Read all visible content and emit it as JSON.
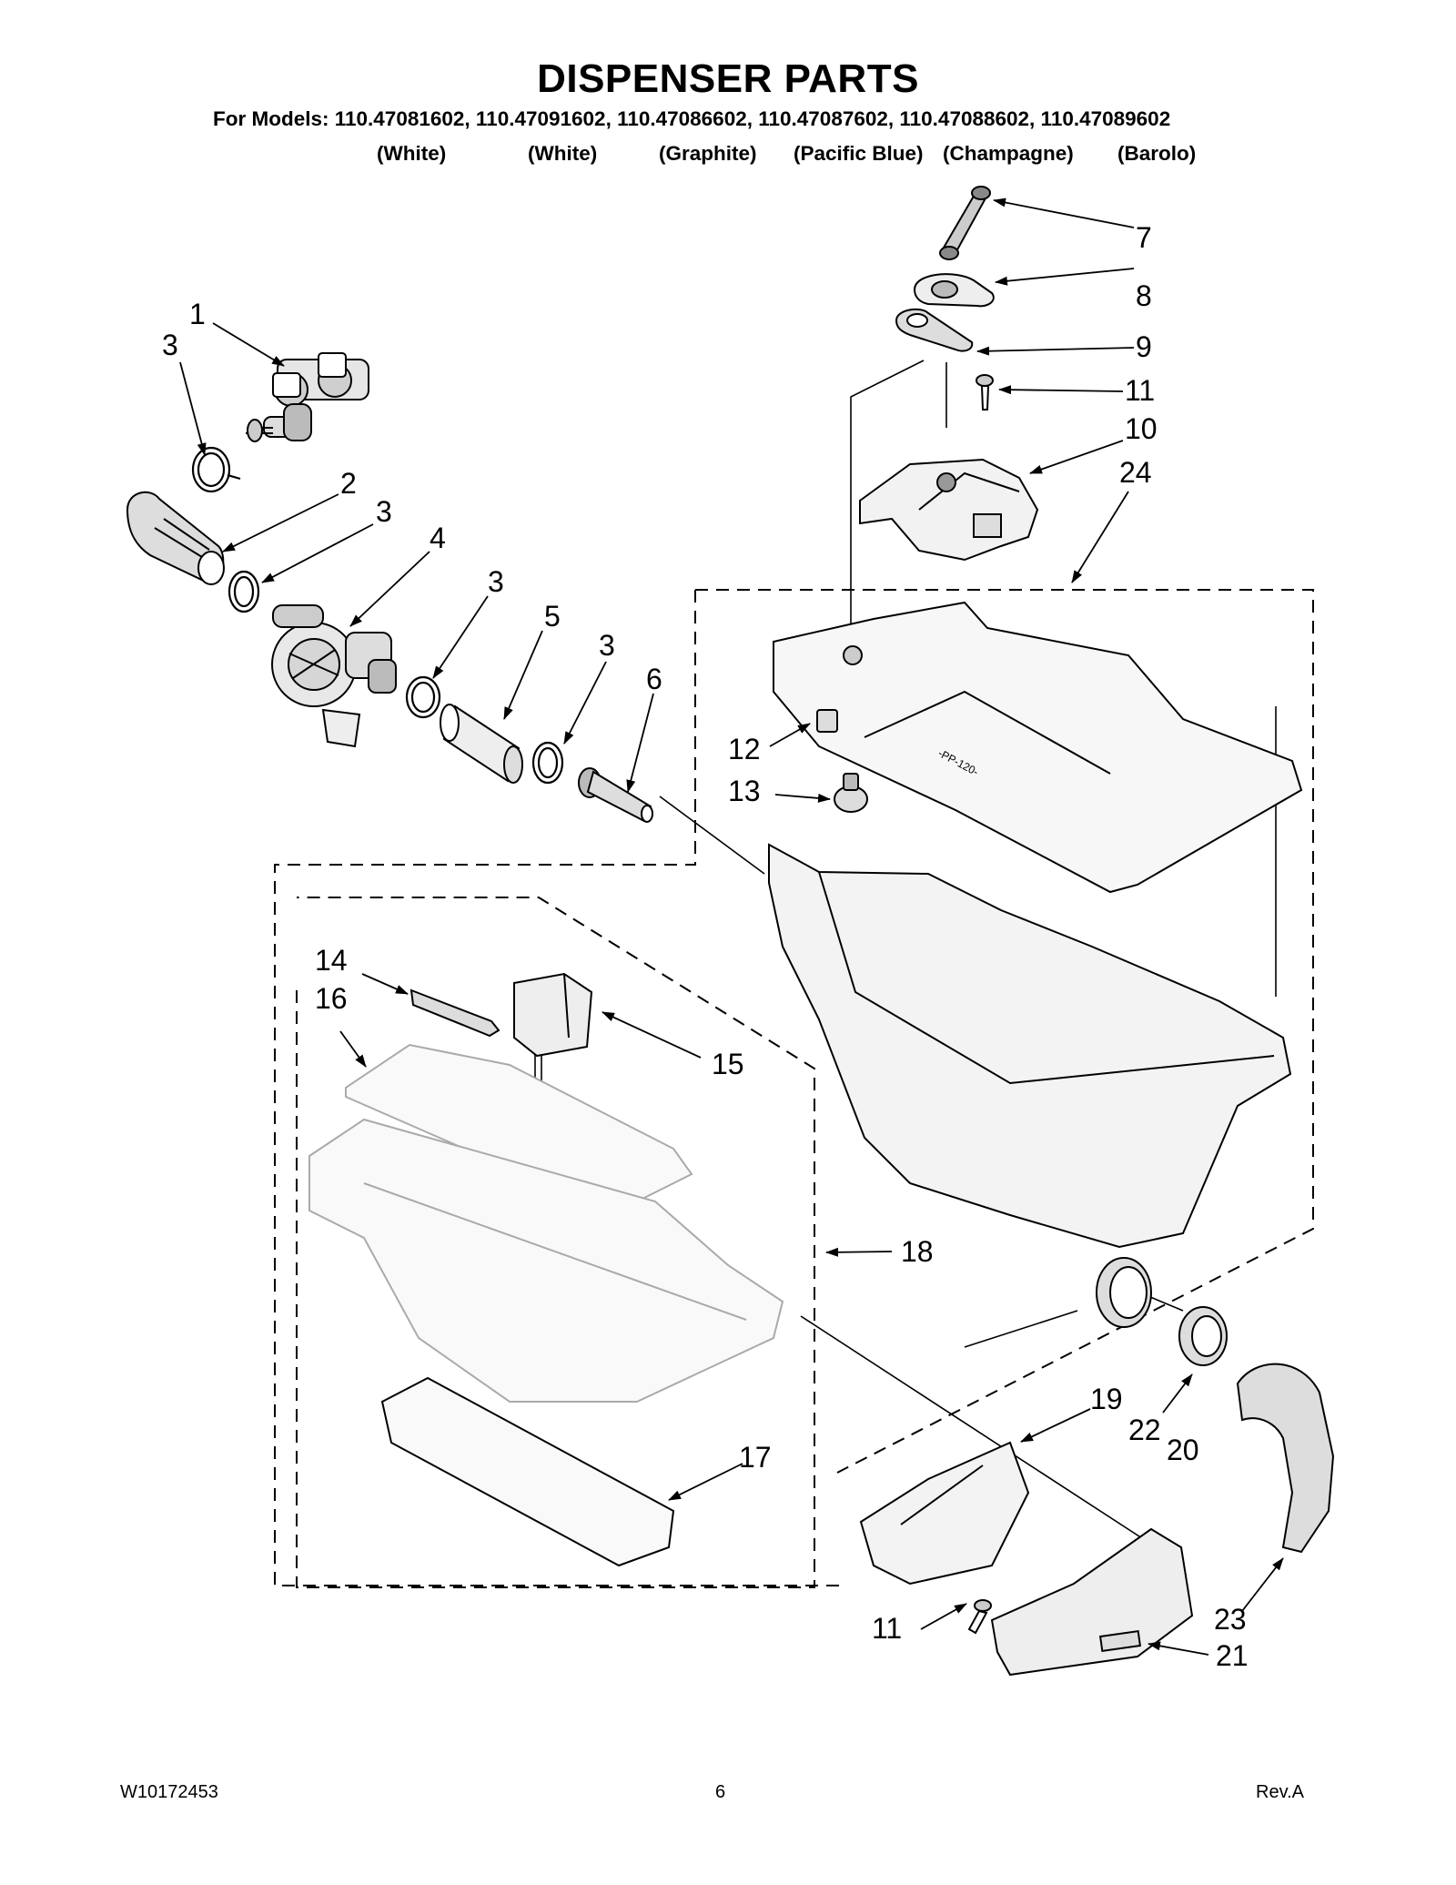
{
  "header": {
    "title": "DISPENSER PARTS",
    "models_line": "For Models: 110.47081602, 110.47091602, 110.47086602, 110.47087602, 110.47088602, 110.47089602",
    "colors": [
      "(White)",
      "(White)",
      "(Graphite)",
      "(Pacific Blue)",
      "(Champagne)",
      "(Barolo)"
    ]
  },
  "callouts": [
    "1",
    "3",
    "2",
    "3",
    "4",
    "3",
    "5",
    "3",
    "6",
    "7",
    "8",
    "9",
    "11",
    "10",
    "24",
    "12",
    "13",
    "14",
    "16",
    "15",
    "18",
    "19",
    "22",
    "20",
    "17",
    "11",
    "23",
    "21"
  ],
  "footer": {
    "doc_number": "W10172453",
    "page_number": "6",
    "revision": "Rev.A"
  }
}
